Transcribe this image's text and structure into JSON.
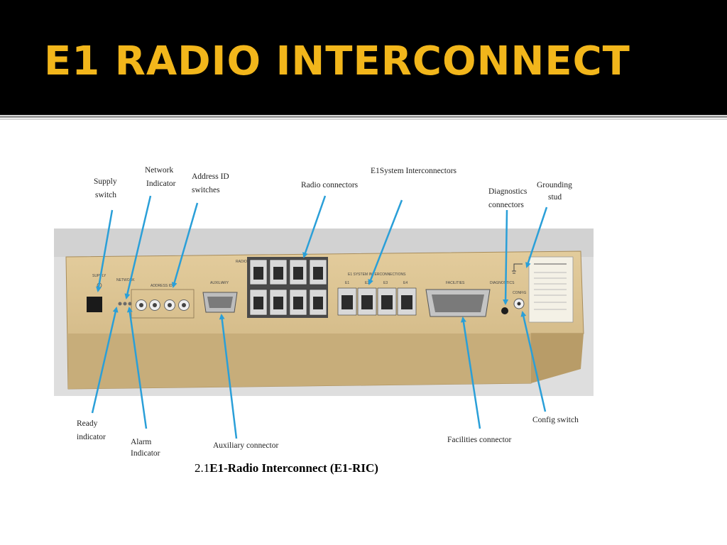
{
  "slide": {
    "title": "E1 RADIO INTERCONNECT"
  },
  "figure": {
    "caption_number": "2.1",
    "caption_text": "E1-Radio Interconnect (E1-RIC)",
    "callouts": {
      "supply_switch": [
        "Supply",
        "switch"
      ],
      "network_indicator": [
        "Network",
        "Indicator"
      ],
      "address_id_switches": [
        "Address ID",
        "switches"
      ],
      "radio_connectors": [
        "Radio connectors"
      ],
      "e1_system_interconnectors": [
        "E1System Interconnectors"
      ],
      "diagnostics_connectors": [
        "Diagnostics",
        "connectors"
      ],
      "grounding_stud": [
        "Grounding",
        "stud"
      ],
      "ready_indicator": [
        "Ready",
        "indicator"
      ],
      "alarm_indicator": [
        "Alarm",
        "Indicator"
      ],
      "auxiliary_connector": [
        "Auxiliary connector"
      ],
      "facilities_connector": [
        "Facilities connector"
      ],
      "config_switch": [
        "Config switch"
      ]
    },
    "device_labels": {
      "supply": "SUPPLY",
      "network": "NETWORK",
      "address_id": "ADDRESS ID",
      "auxiliary": "AUXILIARY",
      "radio": "RADIO",
      "e1_system": "E1 SYSTEM INTERCONNECTIONS",
      "ports": [
        "E1",
        "E2",
        "E3",
        "E4"
      ],
      "facilities": "FACILITIES",
      "diagnostics": "DIAGNOSTICS",
      "config": "CONFIG"
    },
    "colors": {
      "device_body": "#d9c08f",
      "arrow": "#2a9fd8",
      "title": "#f2b61b"
    }
  }
}
